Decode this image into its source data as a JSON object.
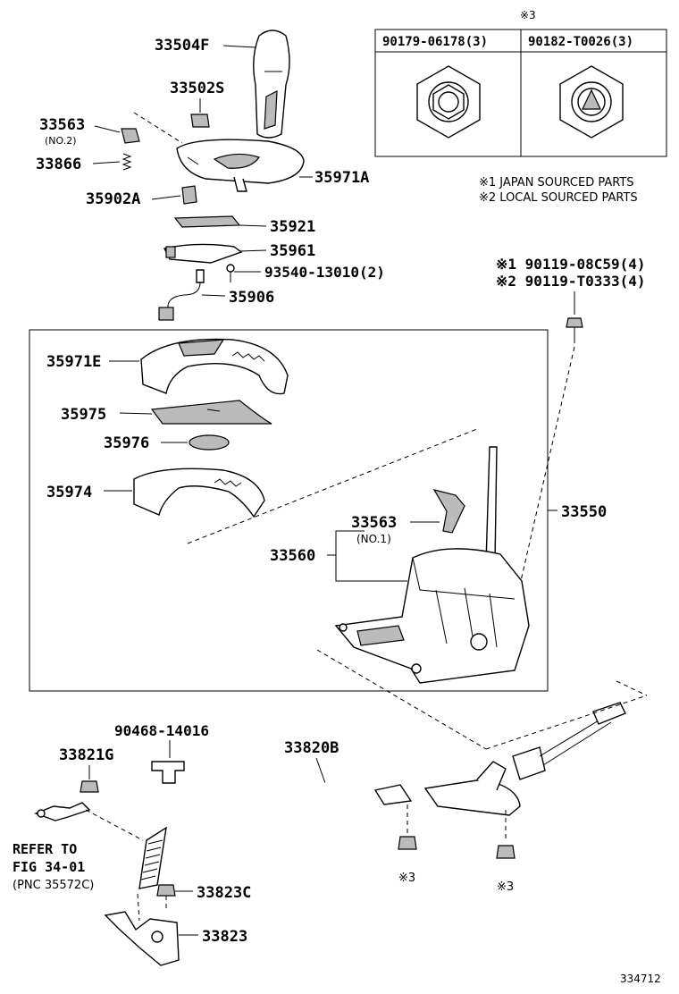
{
  "inset": {
    "mark": "※3",
    "left_part": "90179-06178(3)",
    "right_part": "90182-T0026(3)"
  },
  "notes": {
    "note1": "※1 JAPAN SOURCED PARTS",
    "note2": "※2 LOCAL SOURCED PARTS"
  },
  "labels": {
    "l33504F": "33504F",
    "l33502S": "33502S",
    "l33563a": "33563",
    "l33563a_sub": "(NO.2)",
    "l33866": "33866",
    "l35971A": "35971A",
    "l35902A": "35902A",
    "l35921": "35921",
    "l35961": "35961",
    "l93540": "93540-13010(2)",
    "l35906": "35906",
    "bolt1": "※1 90119-08C59(4)",
    "bolt2": "※2 90119-T0333(4)",
    "l35971E": "35971E",
    "l35975": "35975",
    "l35976": "35976",
    "l35974": "35974",
    "l33563b": "33563",
    "l33563b_sub": "(NO.1)",
    "l33560": "33560",
    "l33550": "33550",
    "l90468": "90468-14016",
    "l33821G": "33821G",
    "l33820B": "33820B",
    "refer1": "REFER TO",
    "refer2": "FIG 34-01",
    "refer3": "(PNC 35572C)",
    "l33823C": "33823C",
    "l33823": "33823",
    "mark3a": "※3",
    "mark3b": "※3",
    "fig_no": "334712"
  }
}
